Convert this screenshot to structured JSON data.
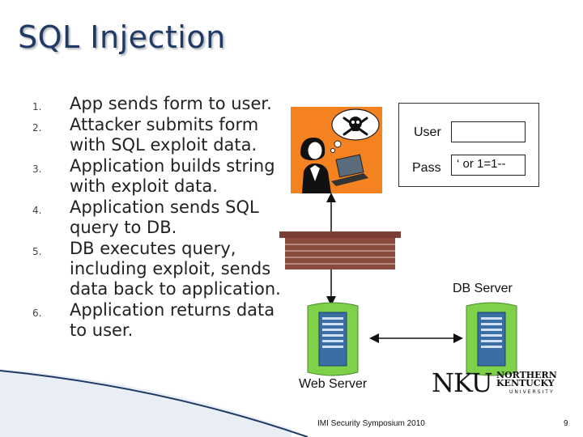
{
  "slide": {
    "title": "SQL Injection",
    "steps": [
      {
        "num": "1.",
        "text": "App sends form to user."
      },
      {
        "num": "2.",
        "text": "Attacker submits form with SQL exploit data."
      },
      {
        "num": "3.",
        "text": "Application builds string with exploit data."
      },
      {
        "num": "4.",
        "text": "Application sends SQL query to DB."
      },
      {
        "num": "5.",
        "text": "DB executes query, including exploit, sends data back to application."
      },
      {
        "num": "6.",
        "text": "Application returns data to user."
      }
    ]
  },
  "diagram": {
    "login_form": {
      "user_label": "User",
      "user_value": "",
      "pass_label": "Pass",
      "pass_value": "‘ or 1=1--"
    },
    "web_server_label": "Web Server",
    "db_server_label": "DB Server",
    "colors": {
      "attacker_tile": "#f58220",
      "brick": "#8b4a3c",
      "server_body": "#7fd14a",
      "server_panel": "#3a6ea5",
      "title": "#1f3a66"
    },
    "icons": [
      "attacker-icon",
      "skull-crossbones-icon",
      "laptop-icon",
      "firewall-icon",
      "server-icon",
      "nku-logo"
    ]
  },
  "logo": {
    "letters": "NKU",
    "line1": "NORTHERN",
    "line2": "KENTUCKY",
    "line3": "UNIVERSITY"
  },
  "footer": {
    "event": "IMI Security Symposium 2010",
    "page": "9"
  }
}
